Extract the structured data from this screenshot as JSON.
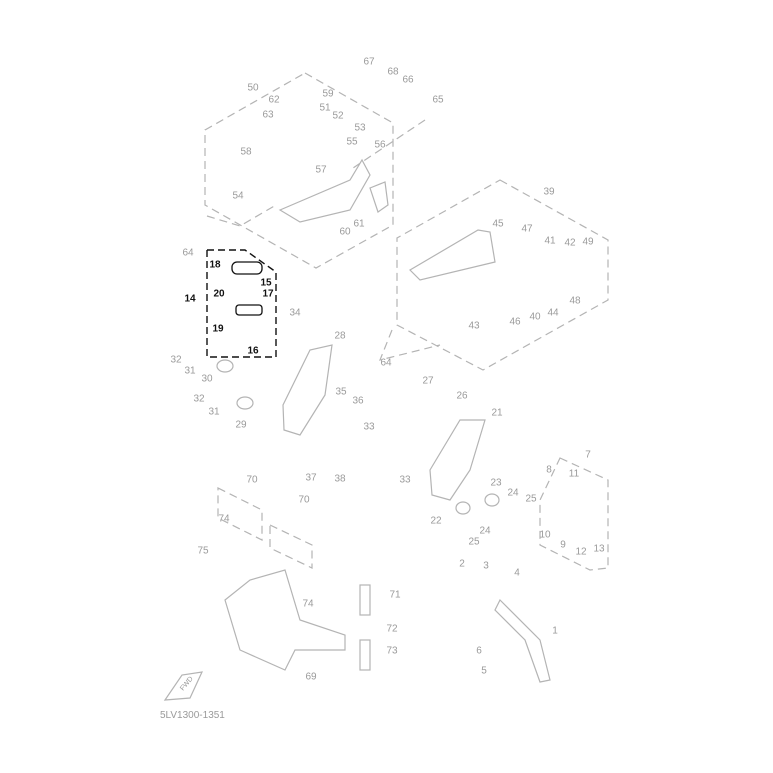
{
  "diagram_code": "5LV1300-1351",
  "callouts": [
    "67",
    "68",
    "66",
    "65",
    "50",
    "62",
    "59",
    "51",
    "63",
    "52",
    "53",
    "55",
    "56",
    "58",
    "57",
    "54",
    "60",
    "61",
    "64",
    "39",
    "45",
    "47",
    "41",
    "42",
    "49",
    "48",
    "43",
    "46",
    "40",
    "44",
    "64",
    "18",
    "15",
    "17",
    "14",
    "20",
    "19",
    "16",
    "34",
    "28",
    "32",
    "31",
    "30",
    "32",
    "31",
    "29",
    "35",
    "36",
    "33",
    "37",
    "38",
    "27",
    "26",
    "21",
    "33",
    "23",
    "24",
    "25",
    "22",
    "24",
    "25",
    "7",
    "8",
    "11",
    "10",
    "9",
    "12",
    "13",
    "70",
    "70",
    "74",
    "75",
    "74",
    "69",
    "71",
    "72",
    "73",
    "2",
    "3",
    "4",
    "1",
    "6",
    "5"
  ],
  "highlighted_callouts": [
    "18",
    "15",
    "17",
    "14",
    "20",
    "19",
    "16"
  ],
  "fwd_icon_text": "FWD",
  "colors": {
    "line": "#b4b4b4",
    "text": "#9a9a9a",
    "highlight": "#111111"
  }
}
